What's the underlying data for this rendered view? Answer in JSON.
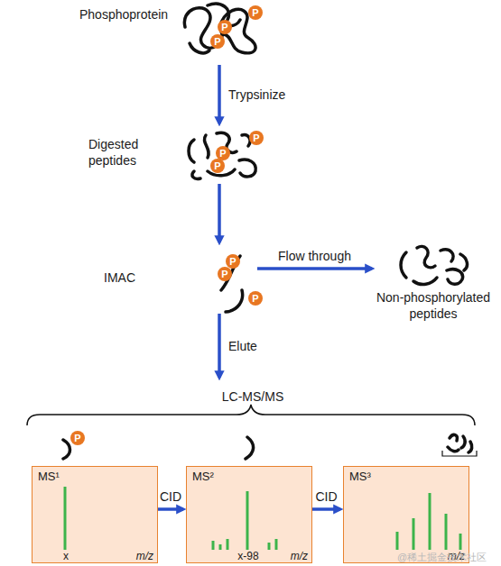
{
  "diagram": {
    "nodes": [
      {
        "text": [
          "Phosphoprotein"
        ]
      },
      {
        "text": [
          "Digested peptides"
        ]
      },
      {
        "text": [
          "IMAC"
        ]
      },
      {
        "text": [
          "Non-phosphorylated peptides"
        ]
      },
      {
        "text": [
          "LC-MS/MS"
        ]
      },
      {
        "text": [
          "MS¹",
          "x",
          "m/z"
        ],
        "in": 4
      },
      {
        "text": [
          "MS²",
          "x-98",
          "m/z"
        ],
        "in": 4
      },
      {
        "text": [
          "MS³",
          "m/z"
        ],
        "in": 4
      }
    ],
    "edges": [
      {
        "from": 0,
        "to": 1,
        "label": "Trypsinize",
        "arrow": "to"
      },
      {
        "from": 1,
        "to": 2,
        "arrow": "to"
      },
      {
        "from": 2,
        "to": 3,
        "label": "Flow through",
        "arrow": "to"
      },
      {
        "from": 2,
        "to": 4,
        "label": "Elute",
        "arrow": "to"
      },
      {
        "from": 5,
        "to": 6,
        "label": "CID",
        "arrow": "to"
      },
      {
        "from": 6,
        "to": 7,
        "label": "CID",
        "arrow": "to"
      }
    ],
    "labels": [
      "P",
      "P",
      "P",
      "P",
      "P",
      "P",
      "P",
      "P",
      "P",
      "P",
      "@稀土掘金技术社区"
    ]
  }
}
